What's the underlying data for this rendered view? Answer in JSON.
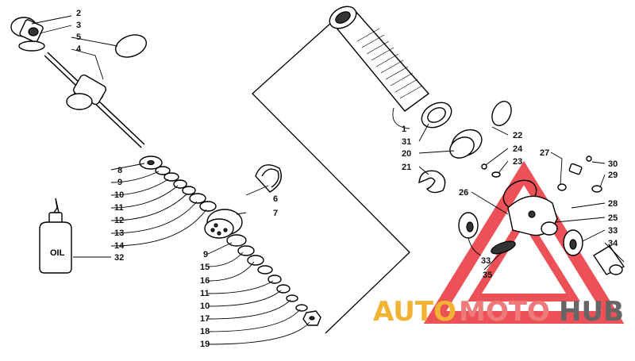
{
  "watermark": {
    "part1": "AUTO",
    "part2": "MOTO",
    "part3": "HUB",
    "colors": {
      "auto": "#f2b233",
      "moto": "#ef7a7a",
      "hub": "#666666",
      "triangle": "#e8323a"
    }
  },
  "oil_bottle_label": "OIL",
  "callouts": [
    {
      "text": "2"
    },
    {
      "text": "3"
    },
    {
      "text": "5"
    },
    {
      "text": "4"
    },
    {
      "text": "8"
    },
    {
      "text": "9"
    },
    {
      "text": "10"
    },
    {
      "text": "11"
    },
    {
      "text": "12"
    },
    {
      "text": "13"
    },
    {
      "text": "14"
    },
    {
      "text": "32"
    },
    {
      "text": "6"
    },
    {
      "text": "7"
    },
    {
      "text": "9"
    },
    {
      "text": "15"
    },
    {
      "text": "16"
    },
    {
      "text": "11"
    },
    {
      "text": "10"
    },
    {
      "text": "17"
    },
    {
      "text": "18"
    },
    {
      "text": "19"
    },
    {
      "text": "1"
    },
    {
      "text": "31"
    },
    {
      "text": "20"
    },
    {
      "text": "21"
    },
    {
      "text": "22"
    },
    {
      "text": "24"
    },
    {
      "text": "23"
    },
    {
      "text": "27"
    },
    {
      "text": "30"
    },
    {
      "text": "29"
    },
    {
      "text": "26"
    },
    {
      "text": "28"
    },
    {
      "text": "25"
    },
    {
      "text": "33"
    },
    {
      "text": "34"
    },
    {
      "text": "33"
    },
    {
      "text": "35"
    }
  ]
}
